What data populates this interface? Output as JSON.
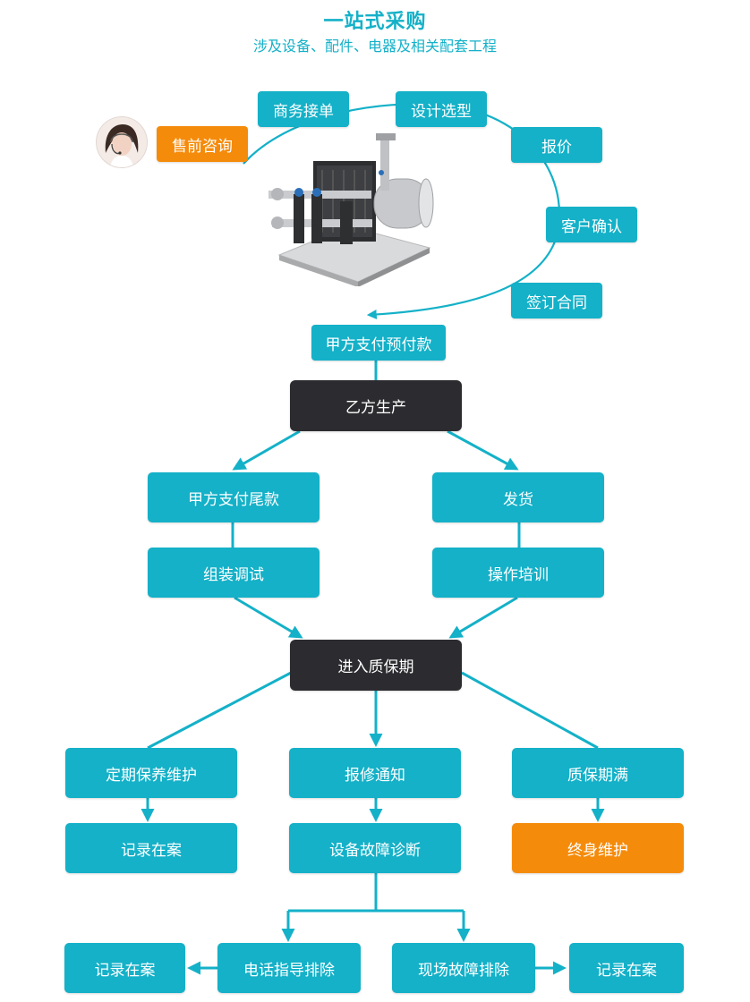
{
  "header": {
    "title": "一站式采购",
    "subtitle": "涉及设备、配件、电器及相关配套工程"
  },
  "cycle": {
    "presale": "售前咨询",
    "business": "商务接单",
    "design": "设计选型",
    "quote": "报价",
    "confirm": "客户确认",
    "contract": "签订合同"
  },
  "flow": {
    "prepay": "甲方支付预付款",
    "production": "乙方生产",
    "final_payment": "甲方支付尾款",
    "shipping": "发货",
    "install": "组装调试",
    "training": "操作培训",
    "warranty": "进入质保期",
    "maintenance": "定期保养维护",
    "repair_notice": "报修通知",
    "warranty_end": "质保期满",
    "record_1": "记录在案",
    "diagnosis": "设备故障诊断",
    "lifetime": "终身维护",
    "phone_fix": "电话指导排除",
    "onsite_fix": "现场故障排除",
    "record_2": "记录在案",
    "record_3": "记录在案"
  },
  "colors": {
    "teal": "#14b1c8",
    "orange": "#f58b0b",
    "dark": "#2c2c30"
  },
  "icons": {
    "avatar": "customer-service-agent",
    "equipment": "water-pump-unit"
  }
}
